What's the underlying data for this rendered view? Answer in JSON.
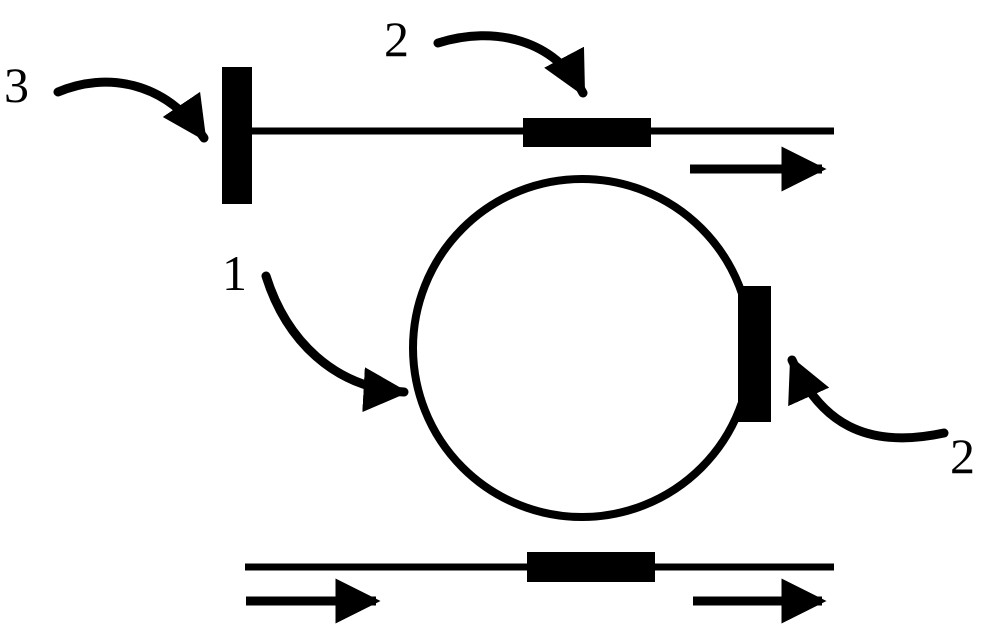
{
  "labels": {
    "label_3": "3",
    "label_2_top": "2",
    "label_1": "1",
    "label_2_right": "2"
  },
  "colors": {
    "stroke": "#000000",
    "background": "#ffffff"
  }
}
